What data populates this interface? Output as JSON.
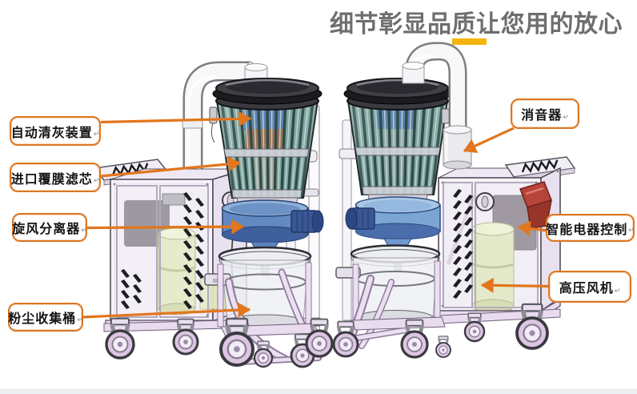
{
  "page": {
    "title": "细节彰显品质让您用的放心",
    "title_color": "#6e6e6e",
    "underline_color": "#F6B40B",
    "background": "#ffffff",
    "bottom_strip_color": "#edeff2"
  },
  "callouts": {
    "box_border_color": "#DD7722",
    "box_background": "#ffffff",
    "text_color": "#141414",
    "arrow_color": "#E2761C",
    "return_mark": "↵",
    "left": [
      {
        "id": "auto-dust-cleaning",
        "label": "自动清灰装置"
      },
      {
        "id": "imported-membrane-filter",
        "label": "进口覆膜滤芯"
      },
      {
        "id": "cyclone-separator",
        "label": "旋风分离器"
      },
      {
        "id": "dust-collection-bucket",
        "label": "粉尘收集桶"
      }
    ],
    "right": [
      {
        "id": "muffler",
        "label": "消音器"
      },
      {
        "id": "smart-electric-control",
        "label": "智能电器控制"
      },
      {
        "id": "high-pressure-blower",
        "label": "高压风机"
      }
    ]
  },
  "illustration": {
    "palette": {
      "cabinet_front": "#f6f3fa",
      "cabinet_side": "#e8e1ef",
      "frame_lavender": "#e9dcef",
      "wheel_hub": "#dcc6e3",
      "filter_stripe_dark": "#2e4a45",
      "filter_stripe_light": "#c2dad6",
      "filter_glass": "#7ea5a1",
      "lid_dark": "#2a2a30",
      "separator_blue_left": "#6289c1",
      "separator_blue_right": "#7ba6d4",
      "motor_blue": "#3a5795",
      "blower_green": "#dde4ba",
      "socket_red": "#b8433a",
      "pipe_white": "#f8f8f9"
    }
  }
}
